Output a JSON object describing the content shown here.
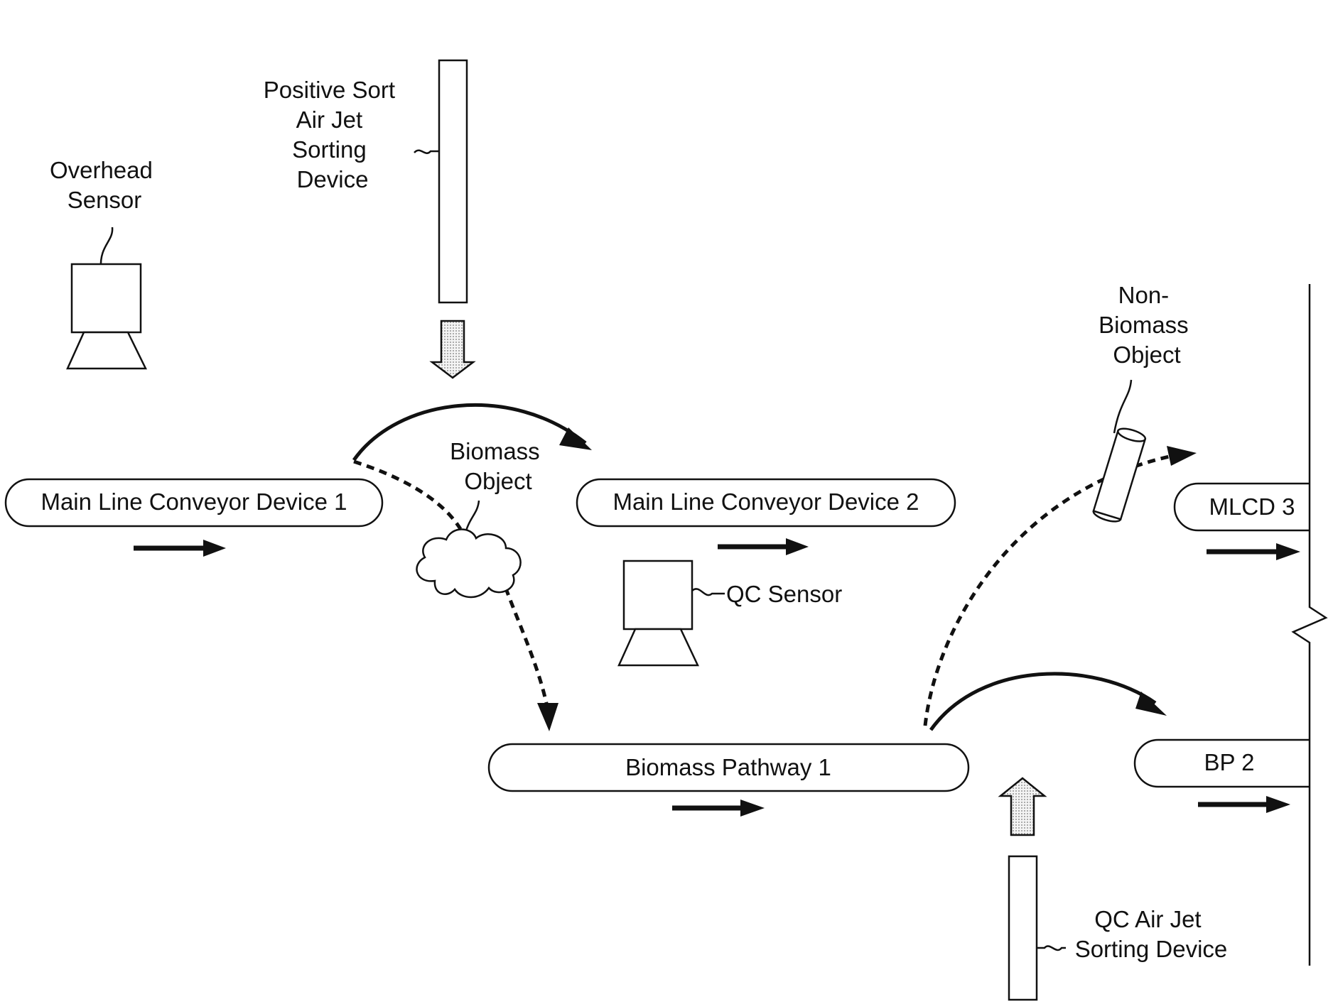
{
  "labels": {
    "overhead_sensor": [
      "Overhead",
      "Sensor"
    ],
    "positive_sort": [
      "Positive Sort",
      "Air Jet",
      "Sorting",
      "Device"
    ],
    "biomass_object": [
      "Biomass",
      "Object"
    ],
    "non_biomass_object": [
      "Non-",
      "Biomass",
      "Object"
    ],
    "qc_sensor": "QC Sensor",
    "qc_air_jet": [
      "QC Air Jet",
      "Sorting Device"
    ]
  },
  "conveyors": {
    "mlcd1": "Main Line Conveyor Device 1",
    "mlcd2": "Main Line Conveyor Device 2",
    "mlcd3": "MLCD 3",
    "bp1": "Biomass Pathway 1",
    "bp2": "BP 2"
  },
  "colors": {
    "stroke": "#111111",
    "fill": "#ffffff",
    "jet_fill": "#cccccc"
  },
  "icons": {
    "overhead_sensor": "camera-sensor-icon",
    "qc_sensor": "camera-sensor-icon",
    "biomass_object": "cloud-icon",
    "non_biomass_object": "cylinder-icon",
    "positive_sort_jet": "air-jet-nozzle-icon",
    "qc_air_jet": "air-jet-nozzle-icon"
  }
}
